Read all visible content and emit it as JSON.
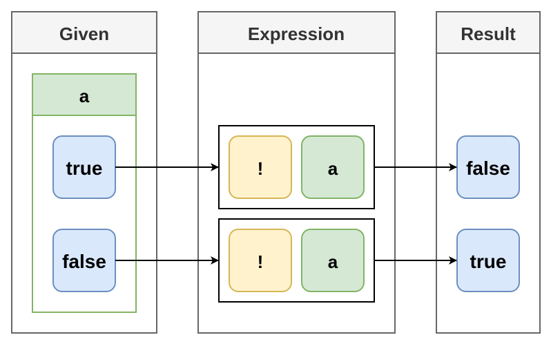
{
  "columns": {
    "given": {
      "title": "Given"
    },
    "expression": {
      "title": "Expression"
    },
    "result": {
      "title": "Result"
    }
  },
  "variable": {
    "name": "a"
  },
  "given_values": [
    "true",
    "false"
  ],
  "expressions": [
    {
      "operator": "!",
      "operand": "a"
    },
    {
      "operator": "!",
      "operand": "a"
    }
  ],
  "results": [
    "false",
    "true"
  ],
  "colors": {
    "column_border": "#666666",
    "column_header_fill": "#f5f5f5",
    "variable_border": "#82b366",
    "variable_fill": "#d5e8d4",
    "value_fill": "#dae8fc",
    "value_border": "#6c8ebf",
    "operator_fill": "#fff2cc",
    "operator_border": "#d6b656",
    "arrow": "#000000"
  }
}
